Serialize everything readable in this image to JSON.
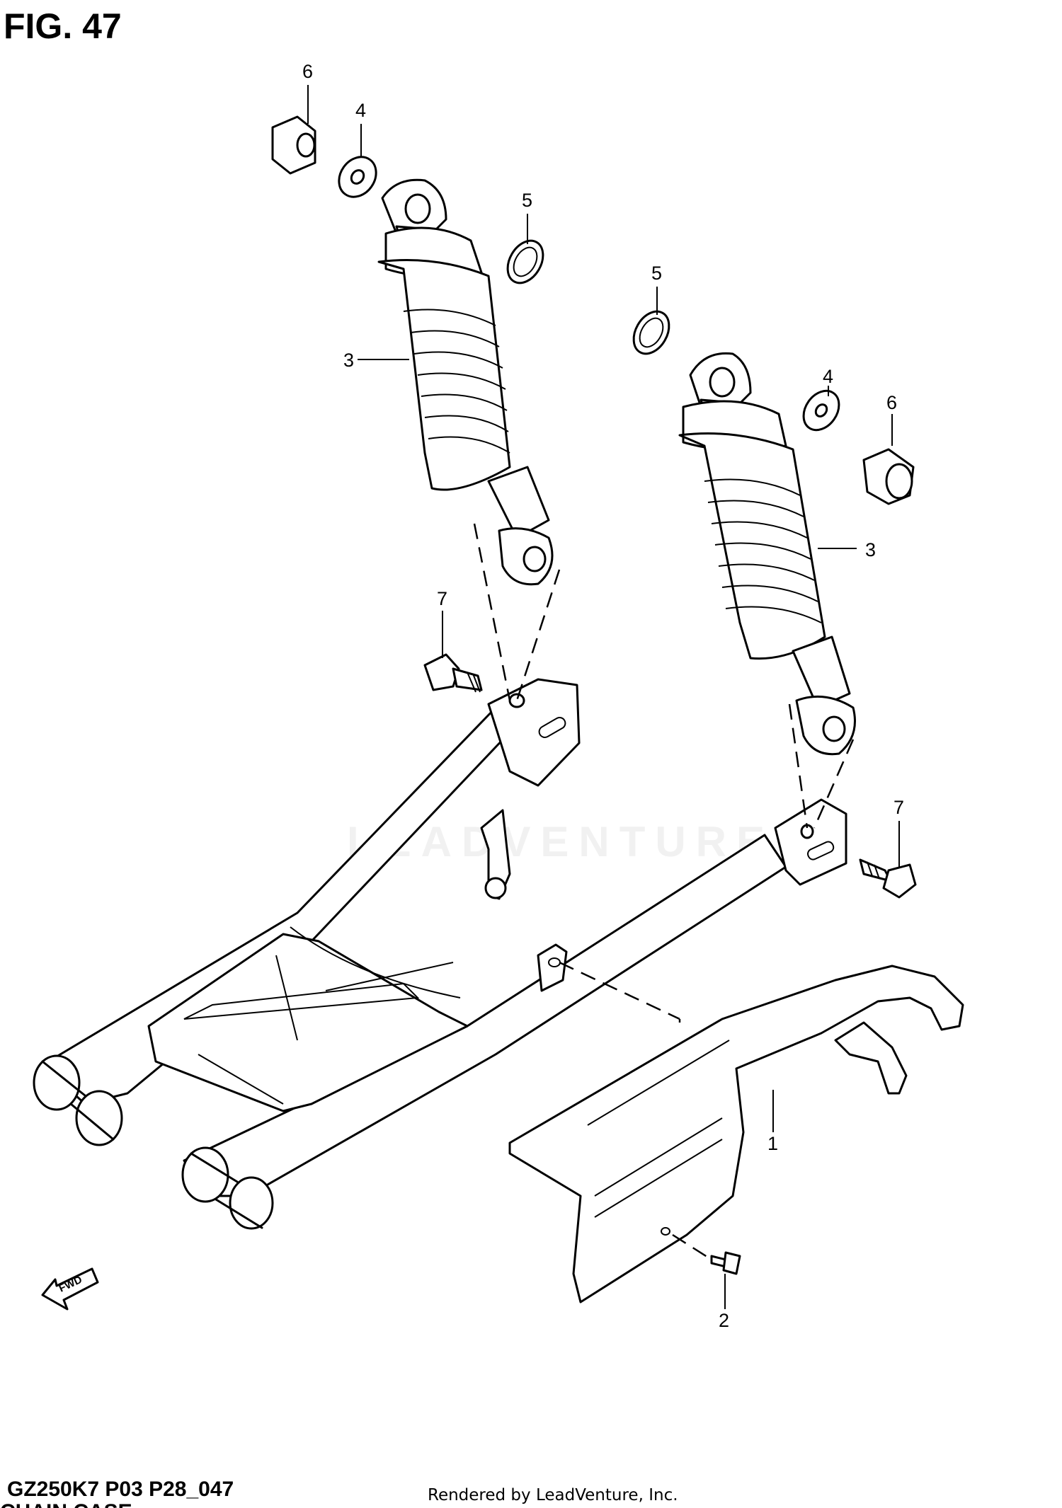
{
  "figure": {
    "title": "FIG. 47"
  },
  "footer": {
    "model_code": "GZ250K7 P03 P28_047",
    "caption": "CHAIN CASE",
    "rendered_by": "Rendered by LeadVenture, Inc."
  },
  "watermark": "LEADVENTURE",
  "direction_marker": "FWD",
  "callouts": [
    {
      "id": "c6a",
      "text": "6"
    },
    {
      "id": "c4a",
      "text": "4"
    },
    {
      "id": "c5a",
      "text": "5"
    },
    {
      "id": "c3a",
      "text": "3"
    },
    {
      "id": "c5b",
      "text": "5"
    },
    {
      "id": "c4b",
      "text": "4"
    },
    {
      "id": "c6b",
      "text": "6"
    },
    {
      "id": "c3b",
      "text": "3"
    },
    {
      "id": "c7a",
      "text": "7"
    },
    {
      "id": "c7b",
      "text": "7"
    },
    {
      "id": "c1",
      "text": "1"
    },
    {
      "id": "c2",
      "text": "2"
    }
  ]
}
